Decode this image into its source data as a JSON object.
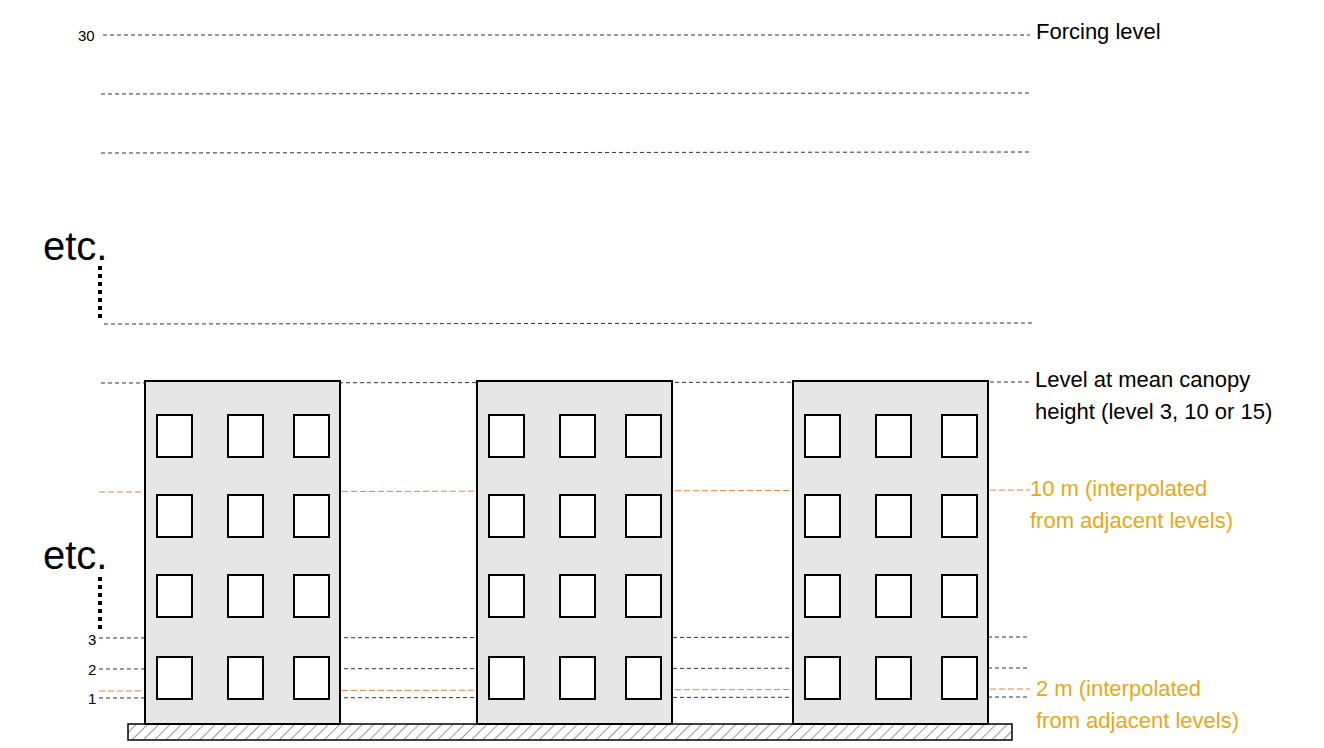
{
  "diagram": {
    "labels": [
      "30",
      "Forcing level",
      "etc.",
      "Level at mean canopy height (level 3, 10 or 15)",
      "10 m (interpolated from adjacent levels)",
      "etc.",
      "3",
      "2",
      "2 m (interpolated from adjacent levels)",
      "1"
    ]
  }
}
